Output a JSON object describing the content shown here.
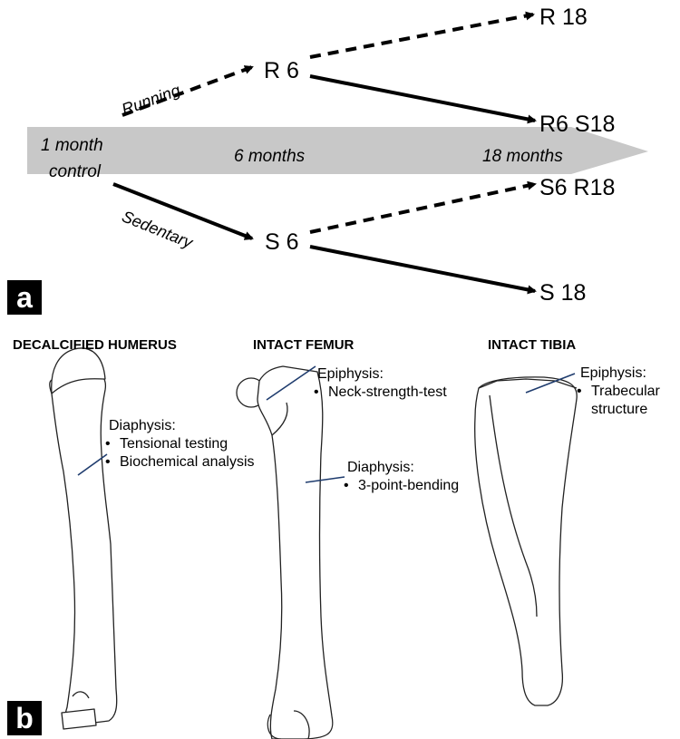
{
  "panel_a": {
    "label": "a",
    "timeline": {
      "start": "1 month",
      "start2": "control",
      "mid": "6 months",
      "end": "18 months"
    },
    "branch_labels": {
      "running": "Running",
      "sedentary": "Sedentary"
    },
    "nodes": {
      "r6": "R 6",
      "s6": "S 6",
      "r18": "R 18",
      "r6s18": "R6 S18",
      "s6r18": "S6 R18",
      "s18": "S 18"
    },
    "colors": {
      "timeline_band": "#c8c8c8",
      "arrow": "#000000"
    }
  },
  "panel_b": {
    "label": "b",
    "bones": [
      {
        "title": "DECALCIFIED HUMERUS",
        "region": "Diaphysis:",
        "tests": [
          "Tensional testing",
          "Biochemical analysis"
        ]
      },
      {
        "title": "INTACT FEMUR",
        "region": "Epiphysis:",
        "tests": [
          "Neck-strength-test"
        ],
        "region2": "Diaphysis:",
        "tests2": [
          "3-point-bending"
        ]
      },
      {
        "title": "INTACT TIBIA",
        "region": "Epiphysis:",
        "tests": [
          "Trabecular structure"
        ]
      }
    ],
    "colors": {
      "leader_line": "#1f3c6e"
    }
  }
}
